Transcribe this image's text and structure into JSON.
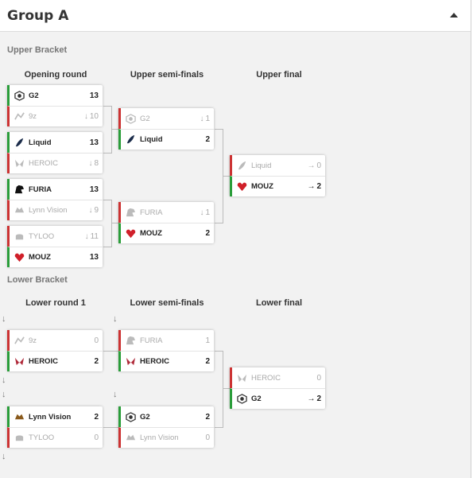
{
  "header": {
    "title": "Group A"
  },
  "upper": {
    "label": "Upper Bracket",
    "rounds": [
      "Opening round",
      "Upper semi-finals",
      "Upper final"
    ]
  },
  "lower": {
    "label": "Lower Bracket",
    "rounds": [
      "Lower round 1",
      "Lower semi-finals",
      "Lower final"
    ]
  },
  "arrows": {
    "down": "↓",
    "right": "→"
  },
  "teams": {
    "m1": [
      {
        "name": "G2",
        "score": "13"
      },
      {
        "name": "9z",
        "score": "10"
      }
    ],
    "m2": [
      {
        "name": "Liquid",
        "score": "13"
      },
      {
        "name": "HEROIC",
        "score": "8"
      }
    ],
    "m3": [
      {
        "name": "FURIA",
        "score": "13"
      },
      {
        "name": "Lynn Vision",
        "score": "9"
      }
    ],
    "m4": [
      {
        "name": "TYLOO",
        "score": "11"
      },
      {
        "name": "MOUZ",
        "score": "13"
      }
    ],
    "m5": [
      {
        "name": "G2",
        "score": "1"
      },
      {
        "name": "Liquid",
        "score": "2"
      }
    ],
    "m6": [
      {
        "name": "FURIA",
        "score": "1"
      },
      {
        "name": "MOUZ",
        "score": "2"
      }
    ],
    "m7": [
      {
        "name": "Liquid",
        "score": "0"
      },
      {
        "name": "MOUZ",
        "score": "2"
      }
    ],
    "m8": [
      {
        "name": "9z",
        "score": "0"
      },
      {
        "name": "HEROIC",
        "score": "2"
      }
    ],
    "m9": [
      {
        "name": "Lynn Vision",
        "score": "2"
      },
      {
        "name": "TYLOO",
        "score": "0"
      }
    ],
    "m10": [
      {
        "name": "FURIA",
        "score": "1"
      },
      {
        "name": "HEROIC",
        "score": "2"
      }
    ],
    "m11": [
      {
        "name": "G2",
        "score": "2"
      },
      {
        "name": "Lynn Vision",
        "score": "0"
      }
    ],
    "m12": [
      {
        "name": "HEROIC",
        "score": "0"
      },
      {
        "name": "G2",
        "score": "2"
      }
    ]
  },
  "colors": {
    "win": "#2a9d3a",
    "lose": "#cc3333"
  }
}
